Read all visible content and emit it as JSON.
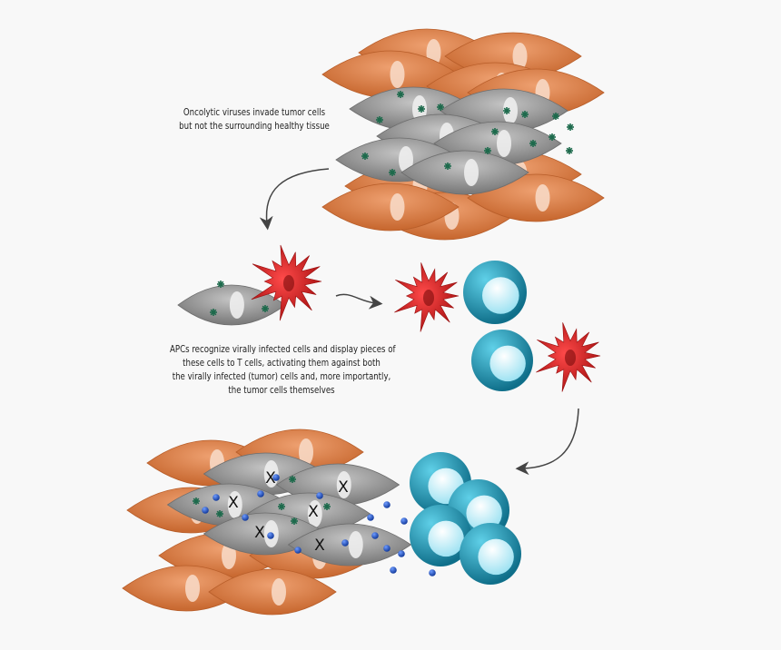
{
  "captions": {
    "invasion": [
      "Oncolytic viruses invade tumor cells",
      "but not the surrounding healthy tissue"
    ],
    "activation": [
      "APCs recognize virally infected cells and display pieces of",
      "these cells to T cells, activating them against both",
      "the virally infected (tumor) cells and, more importantly,",
      "the tumor cells themselves"
    ]
  },
  "dead_cell_mark": "X",
  "colors": {
    "healthy_cell": "#d9834c",
    "tumor_cell": "#9c9c9c",
    "virus": "#1d6a4c",
    "apc": "#cc1b1b",
    "t_cell": "#1f9bba",
    "t_cell_core": "#c9f1fa",
    "cytokine": "#1f4fc4",
    "arrow": "#444444"
  }
}
